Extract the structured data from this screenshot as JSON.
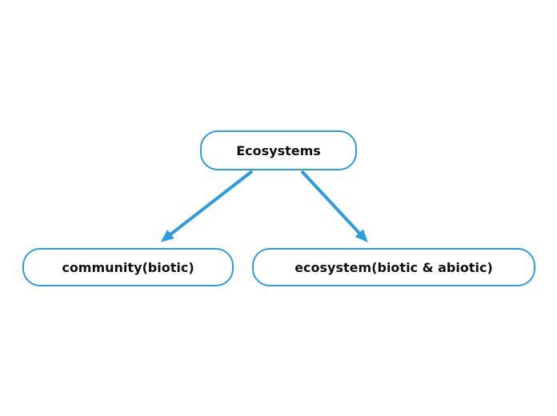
{
  "theme": {
    "accent_color": "#2D9CDF",
    "node_fill_color": "#FFFFFF",
    "text_color": "#111111",
    "background_color": "#FFFFFF"
  },
  "nodes": {
    "root": {
      "label": "Ecosystems"
    },
    "children": [
      {
        "label": "community(biotic)"
      },
      {
        "label": "ecosystem(biotic & abiotic)"
      }
    ]
  }
}
